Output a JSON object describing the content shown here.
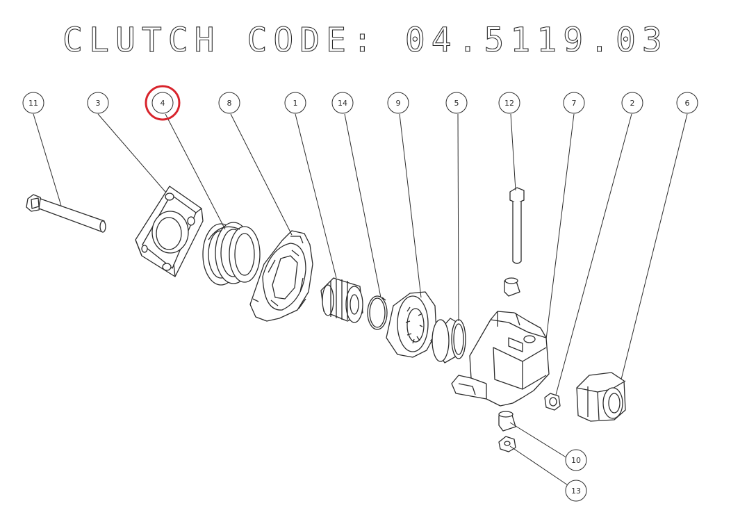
{
  "title": "CLUTCH CODE: 04.5119.03",
  "callouts": [
    {
      "label": "11",
      "part": "long-bolt"
    },
    {
      "label": "3",
      "part": "flange-plate"
    },
    {
      "label": "4",
      "part": "spring",
      "highlighted": true
    },
    {
      "label": "8",
      "part": "clutch-cam"
    },
    {
      "label": "1",
      "part": "splined-sleeve"
    },
    {
      "label": "14",
      "part": "snap-ring"
    },
    {
      "label": "9",
      "part": "spline-gear"
    },
    {
      "label": "5",
      "part": "bushing"
    },
    {
      "label": "12",
      "part": "vertical-bolt"
    },
    {
      "label": "7",
      "part": "housing"
    },
    {
      "label": "2",
      "part": "nut-small"
    },
    {
      "label": "6",
      "part": "splined-coupler"
    },
    {
      "label": "10",
      "part": "spacer-lower"
    },
    {
      "label": "13",
      "part": "nut-lower"
    }
  ],
  "colors": {
    "line": "#2b2b2b",
    "highlight": "#d8242c",
    "fill": "#ffffff"
  }
}
